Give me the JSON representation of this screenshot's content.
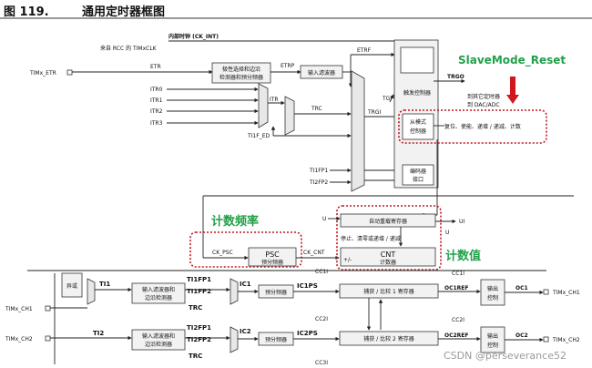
{
  "figure": {
    "number": "图 119.",
    "title": "通用定时器框图"
  },
  "clock": {
    "internal": "内部时钟 (CK_INT)",
    "rcc": "来自 RCC 的 TIMxCLK"
  },
  "pins": {
    "etr": "TIMx_ETR",
    "ch1_in": "TIMx_CH1",
    "ch2_in": "TIMx_CH2",
    "ch1_out": "TIMx_CH1",
    "ch2_out": "TIMx_CH2"
  },
  "signals": {
    "etr": "ETR",
    "etrp": "ETRP",
    "etrf": "ETRF",
    "itr0": "ITR0",
    "itr1": "ITR1",
    "itr2": "ITR2",
    "itr3": "ITR3",
    "itr": "ITR",
    "trc": "TRC",
    "tgi": "TGI",
    "trgi": "TRGI",
    "ti1f_ed": "TI1F_ED",
    "ti1fp1": "TI1FP1",
    "ti2fp2": "TI2FP2",
    "trgo": "TRGO",
    "ck_psc": "CK_PSC",
    "ck_cnt": "CK_CNT",
    "u": "U",
    "ui": "UI",
    "plusminus": "+/-",
    "ti1": "TI1",
    "ti2": "TI2",
    "ic1": "IC1",
    "ic2": "IC2",
    "ic1ps": "IC1PS",
    "ic2ps": "IC2PS",
    "cc1i": "CC1I",
    "cc2i": "CC2I",
    "cc3i": "CC3I",
    "oc1ref": "OC1REF",
    "oc2ref": "OC2REF",
    "oc1": "OC1",
    "oc2": "OC2",
    "row1_fp1": "TI1FP1",
    "row1_fp2": "TI1FP2",
    "row2_fp1": "TI2FP1",
    "row2_fp2": "TI2FP2"
  },
  "blocks": {
    "polarity": [
      "极性选择和边沿",
      "检测器和预分频器"
    ],
    "input_filter": "输入滤波器",
    "trigger_ctrl": "触发控制器",
    "slave_ctrl": [
      "从模式",
      "控制器"
    ],
    "slave_actions": "复位、使能、递增 / 递减、计数",
    "encoder": [
      "编码器",
      "接口"
    ],
    "to_other": [
      "到其它定时器",
      "到 DAC/ADC"
    ],
    "auto_reload": "自动重载寄存器",
    "stop_line": "停止、清零或递增 / 递减",
    "psc": "PSC",
    "psc_sub": "预分频器",
    "cnt": "CNT",
    "cnt_sub": "计数器",
    "xor": "异或",
    "filter_edge": [
      "输入滤波器和",
      "边沿检测器"
    ],
    "prescaler": "预分频器",
    "cc1": "捕获 / 比较 1 寄存器",
    "cc2": "捕获 / 比较 2 寄存器",
    "output_ctrl": [
      "输出",
      "控制"
    ]
  },
  "annotations": {
    "slave_reset": "SlaveMode_Reset",
    "count_freq": "计数频率",
    "count_value": "计数值"
  },
  "watermark": "CSDN @perseverance52"
}
